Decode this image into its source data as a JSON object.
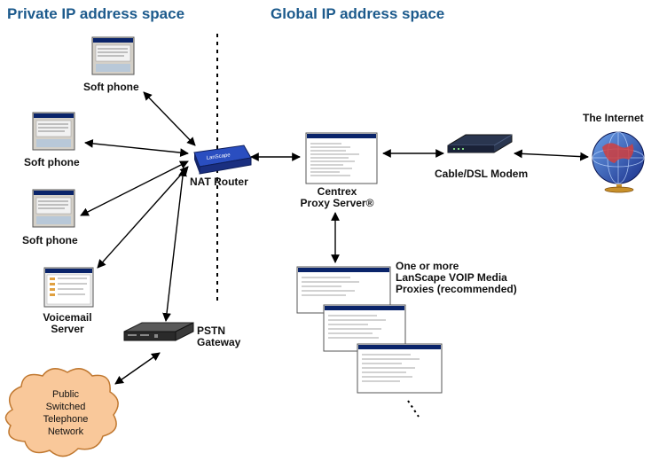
{
  "headings": {
    "private": "Private IP address space",
    "global": "Global IP address space"
  },
  "nodes": {
    "soft_phone_1": "Soft phone",
    "soft_phone_2": "Soft phone",
    "soft_phone_3": "Soft phone",
    "voicemail_line1": "Voicemail",
    "voicemail_line2": "Server",
    "nat_router": "NAT Router",
    "router_brand": "LanScape",
    "pstn_line1": "PSTN",
    "pstn_line2": "Gateway",
    "centrex_line1": "Centrex",
    "centrex_line2": "Proxy Server®",
    "modem": "Cable/DSL Modem",
    "internet": "The Internet",
    "media_line1": "One or more",
    "media_line2": "LanScape VOIP Media",
    "media_line3": "Proxies (recommended)",
    "pstn_cloud": [
      "Public",
      "Switched",
      "Telephone",
      "Network"
    ]
  },
  "colors": {
    "heading": "#1c5a8c",
    "cloud_fill": "#f9c89a",
    "cloud_stroke": "#c07830",
    "router_blue": "#1e3a9e",
    "window_title": "#0a246a"
  },
  "icons": [
    "screenshot-window-icon",
    "router-icon",
    "modem-icon",
    "rack-server-icon",
    "globe-icon",
    "cloud-icon"
  ]
}
